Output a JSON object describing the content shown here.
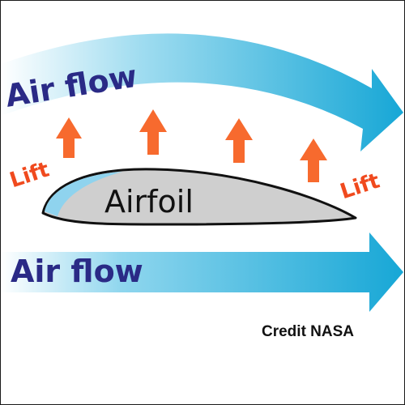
{
  "labels": {
    "airflow_top": "Air flow",
    "airflow_bottom": "Air flow",
    "lift_left": "Lift",
    "lift_right": "Lift",
    "airfoil": "Airfoil",
    "credit": "Credit NASA"
  },
  "colors": {
    "airflow_arrow_light": "#ffffff",
    "airflow_arrow_dark": "#17a7d6",
    "lift_arrow": "#f76a2e",
    "lift_text": "#f04a1e",
    "airflow_text": "#2a2a86",
    "airfoil_fill": "#cfcfcf",
    "airfoil_leading_edge": "#8fd3ee",
    "airfoil_outline": "#111111"
  }
}
